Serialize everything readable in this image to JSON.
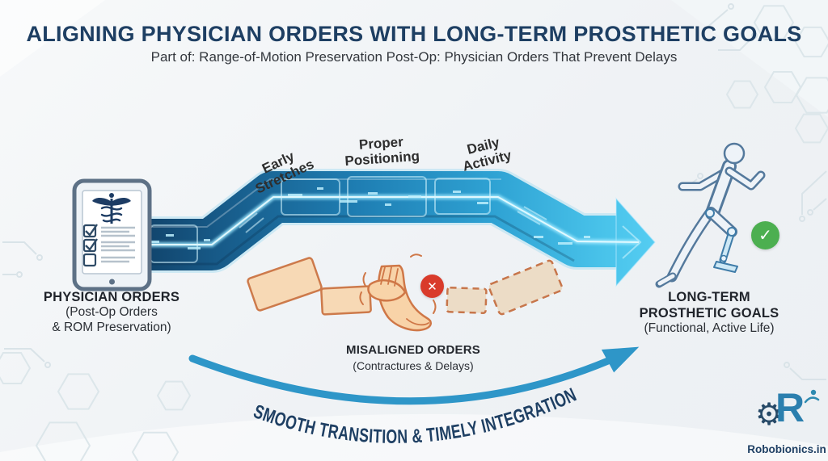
{
  "title": "ALIGNING PHYSICIAN ORDERS WITH LONG-TERM PROSTHETIC GOALS",
  "subtitle": "Part of: Range-of-Motion Preservation Post-Op: Physician Orders That Prevent Delays",
  "flow_steps": [
    {
      "line1": "Early",
      "line2": "Stretches"
    },
    {
      "line1": "Proper",
      "line2": "Positioning"
    },
    {
      "line1": "Daily",
      "line2": "Activity"
    }
  ],
  "physician_orders": {
    "title": "PHYSICIAN ORDERS",
    "sub_line1": "(Post-Op Orders",
    "sub_line2": "& ROM Preservation)"
  },
  "prosthetic_goals": {
    "title_line1": "LONG-TERM",
    "title_line2": "PROSTHETIC GOALS",
    "sub": "(Functional, Active Life)"
  },
  "misaligned": {
    "title": "MISALIGNED ORDERS",
    "sub": "(Contractures & Delays)"
  },
  "banner": "SMOOTH TRANSITION & TIMELY INTEGRATION",
  "brand": {
    "name": "Robobionics.in",
    "letter": "R"
  },
  "icons": {
    "check": "✓",
    "cross": "✕",
    "gear": "⚙"
  },
  "colors": {
    "navy": "#1e3f63",
    "deep_blue": "#0f3d63",
    "mid_blue": "#1f7fb4",
    "bright_cyan": "#55cdf2",
    "streak": "#9fe9ff",
    "accent_arrow": "#2e96c8",
    "success_green": "#4caf50",
    "error_red": "#d93b2b",
    "segment_fill": "#f7d9b5",
    "segment_outline": "#cd7a4b",
    "segment_broken_fill": "#ecdcc6",
    "prosthetic_blue": "#cde8f5",
    "body_outline": "#54799c"
  }
}
